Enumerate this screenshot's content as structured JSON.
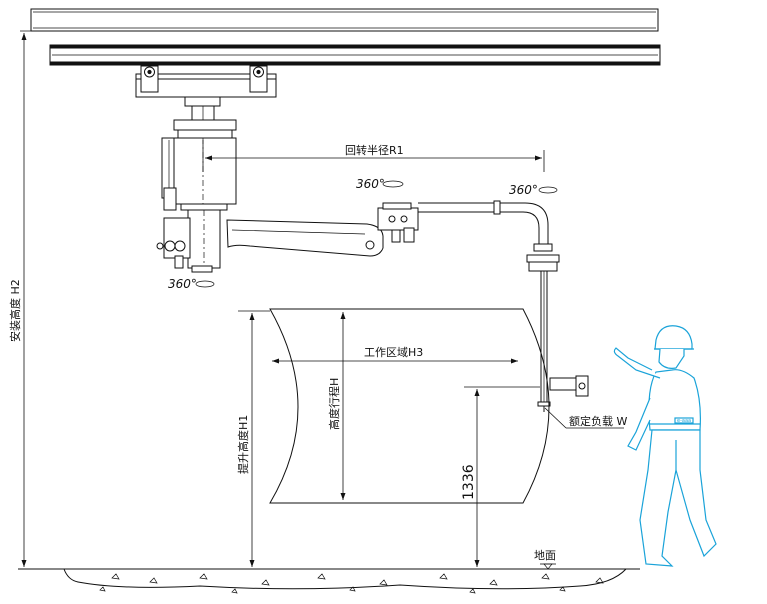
{
  "labels": {
    "install_height": "安装高度 H2",
    "rotation_radius": "回转半径R1",
    "rotation_a": "360°",
    "rotation_b": "360°",
    "rotation_c": "360°",
    "work_area": "工作区域H3",
    "lift_stroke": "高度行程H",
    "lift_height": "提升高度H1",
    "dimension_1336": "1336",
    "rated_load": "额定负载 W",
    "ground": "地面",
    "badge": "e-aaa"
  },
  "colors": {
    "line": "#111111",
    "worker": "#1aa3d9",
    "background": "#ffffff"
  }
}
